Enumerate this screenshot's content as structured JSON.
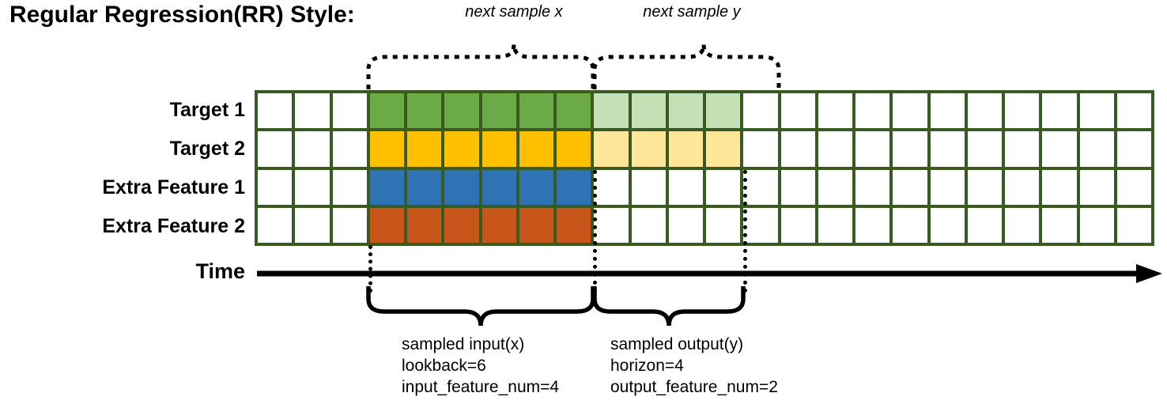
{
  "title": "Regular Regression(RR) Style:",
  "top_annotations": {
    "next_x": "next sample x",
    "next_y": "next sample y"
  },
  "rows": [
    {
      "label": "Target 1",
      "color": "#6CA947",
      "light_color": "#C5E0B4"
    },
    {
      "label": "Target 2",
      "color": "#FFC000",
      "light_color": "#FFE699"
    },
    {
      "label": "Extra Feature 1",
      "color": "#2E74B5",
      "light_color": null
    },
    {
      "label": "Extra Feature 2",
      "color": "#C8551A",
      "light_color": null
    }
  ],
  "grid": {
    "total_columns": 24,
    "total_rows": 4,
    "leading_empty_columns": 3,
    "input_columns": 6,
    "output_columns": 4,
    "trailing_empty_columns": 11,
    "border_color": "#3A5A23",
    "empty_color": "#ffffff"
  },
  "axis": {
    "label": "Time",
    "direction": "right-arrow"
  },
  "annotations": {
    "input": {
      "line1": "sampled input(x)",
      "line2": "lookback=6",
      "line3": "input_feature_num=4"
    },
    "output": {
      "line1": "sampled output(y)",
      "line2": "horizon=4",
      "line3": "output_feature_num=2"
    }
  }
}
